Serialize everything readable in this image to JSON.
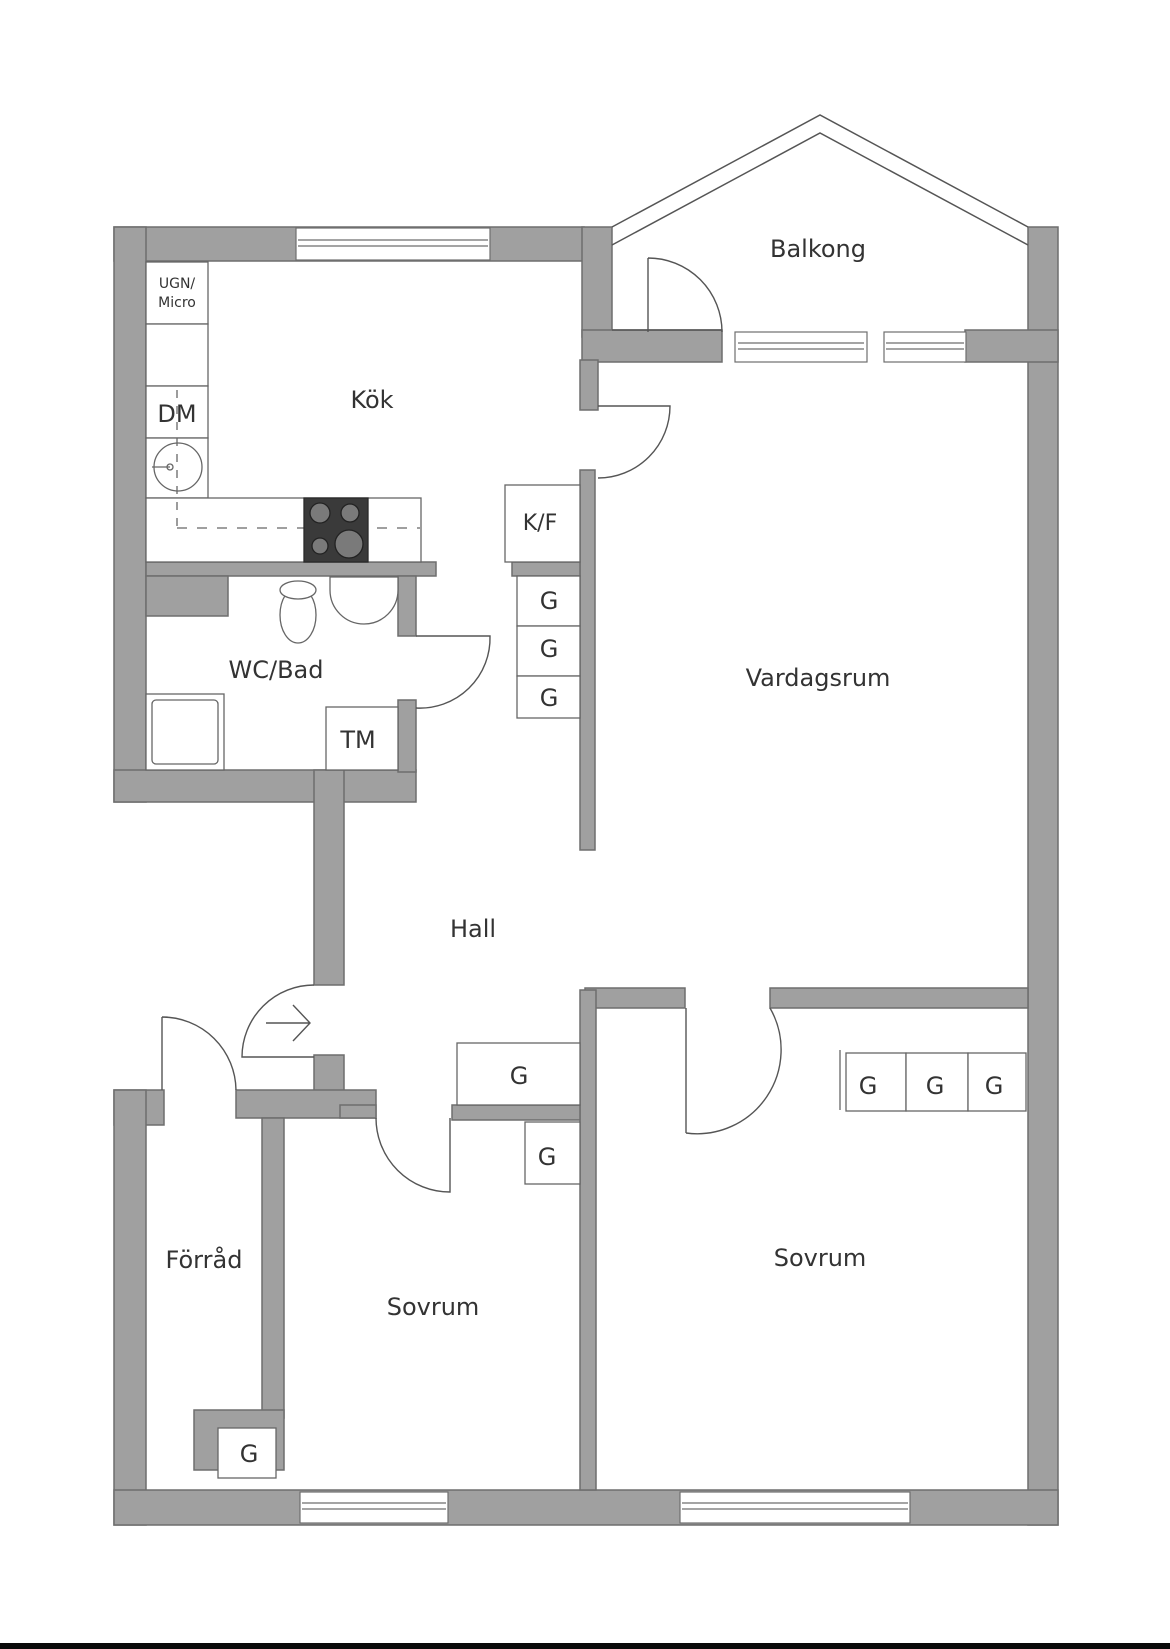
{
  "floorplan": {
    "title": "Apartment floor plan",
    "colors": {
      "wall": "#a0a0a0",
      "wall_edge": "#6e6e6e",
      "line": "#555555",
      "text": "#333333",
      "hob": "#3a3a3a",
      "background": "#ffffff"
    },
    "rooms": [
      {
        "id": "kok",
        "label": "Kök"
      },
      {
        "id": "balkong",
        "label": "Balkong"
      },
      {
        "id": "vardagsrum",
        "label": "Vardagsrum"
      },
      {
        "id": "wc_bad",
        "label": "WC/Bad"
      },
      {
        "id": "hall",
        "label": "Hall"
      },
      {
        "id": "forrad",
        "label": "Förråd"
      },
      {
        "id": "sovrum_small",
        "label": "Sovrum"
      },
      {
        "id": "sovrum_large",
        "label": "Sovrum"
      }
    ],
    "fixtures": {
      "oven_micro_line1": "UGN/",
      "oven_micro_line2": "Micro",
      "dishwasher": "DM",
      "fridge_freezer": "K/F",
      "washing_machine": "TM",
      "wardrobe": "G"
    }
  }
}
